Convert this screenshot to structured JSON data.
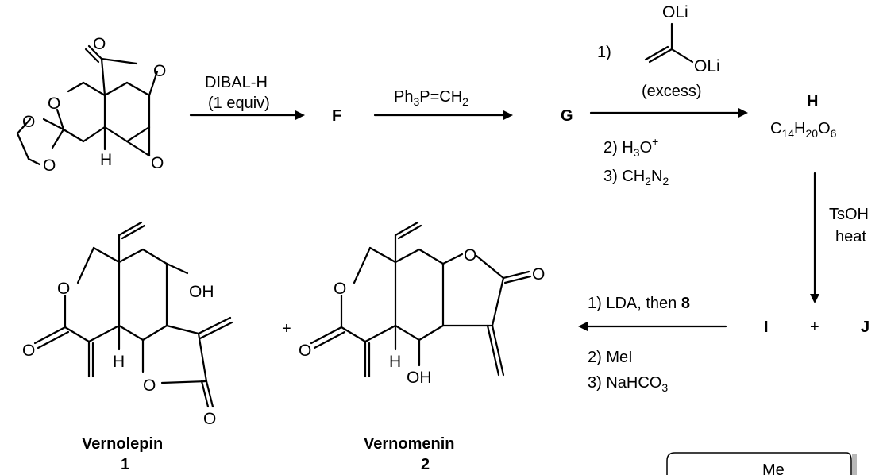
{
  "reaction_scheme": {
    "step1": {
      "reagent": "DIBAL-H",
      "equiv": "(1 equiv)",
      "product": "F"
    },
    "step2": {
      "reagent_main": "Ph",
      "reagent_sub1": "3",
      "reagent_mid": "P=CH",
      "reagent_sub2": "2",
      "product": "G"
    },
    "step3": {
      "reagent_num": "1)",
      "reagent_note": "(excess)",
      "step2_text": "2) H",
      "step2_sub": "3",
      "step2_sup": "+",
      "step2_tail": "O",
      "step3_text": "3) CH",
      "step3_sub1": "2",
      "step3_mid": "N",
      "step3_sub2": "2",
      "product_label": "H",
      "formula": {
        "c": "C",
        "c_n": "14",
        "h": "H",
        "h_n": "20",
        "o": "O",
        "o_n": "6"
      }
    },
    "step4": {
      "reagent": "TsOH",
      "condition": "heat"
    },
    "products_IJ": {
      "left": "I",
      "plus": "+",
      "right": "J"
    },
    "step5": {
      "s1": "1) LDA, then ",
      "s1_bold": "8",
      "s2": "2) MeI",
      "s3_text": "3) NaHCO",
      "s3_sub": "3"
    },
    "final_plus": "+",
    "compound1": {
      "name": "Vernolepin",
      "number": "1"
    },
    "compound2": {
      "name": "Vernomenin",
      "number": "2"
    },
    "partial_box_text": "Me"
  },
  "atoms": {
    "O": "O",
    "H": "H",
    "OH": "OH",
    "OLi": "OLi"
  }
}
